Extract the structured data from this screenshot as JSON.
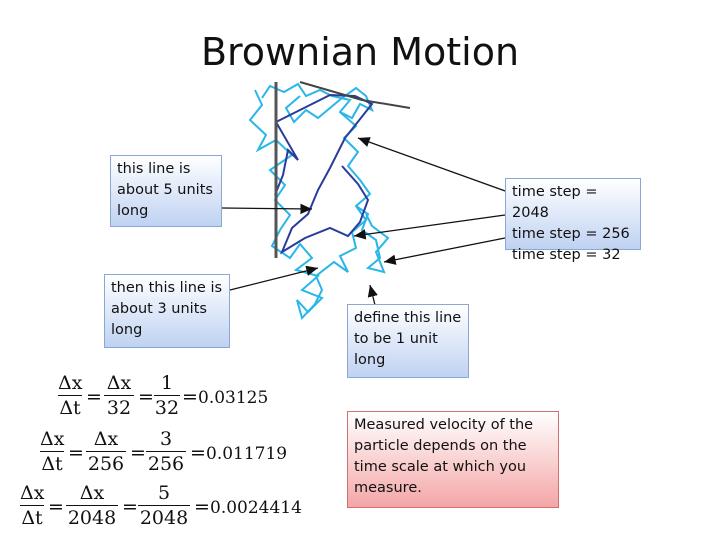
{
  "title": "Brownian Motion",
  "callouts": {
    "five_units": "this line is\nabout 5 units\nlong",
    "three_units": "then this line is\nabout 3 units\nlong",
    "time_steps": "time step = 2048\ntime step = 256\ntime step = 32",
    "one_unit": "define this line\nto be 1 unit\nlong",
    "conclusion": "Measured velocity of the\nparticle depends on the\ntime scale at which you\nmeasure."
  },
  "equations": [
    {
      "lhs_num": "Δx",
      "lhs_den": "Δt",
      "mid_num": "Δx",
      "mid_den": "32",
      "rhs_num": "1",
      "rhs_den": "32",
      "result": "0.03125"
    },
    {
      "lhs_num": "Δx",
      "lhs_den": "Δt",
      "mid_num": "Δx",
      "mid_den": "256",
      "rhs_num": "3",
      "rhs_den": "256",
      "result": "0.011719"
    },
    {
      "lhs_num": "Δx",
      "lhs_den": "Δt",
      "mid_num": "Δx",
      "mid_den": "2048",
      "rhs_num": "5",
      "rhs_den": "2048",
      "result": "0.0024414"
    }
  ],
  "colors": {
    "fine_path": "#29b6e8",
    "medium_path": "#2a3c9a",
    "coarse_path": "#444444",
    "arrow": "#111111",
    "callout_blue": "#bfd2f2",
    "callout_red": "#f4a6a6"
  }
}
